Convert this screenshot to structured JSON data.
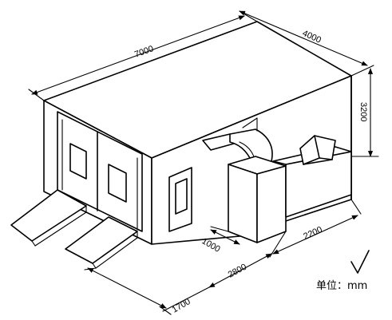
{
  "dimensions": {
    "length": "7000",
    "width": "4000",
    "height": "3200",
    "unit_depth": "1000",
    "unit_offset": "2800",
    "unit_length": "2200",
    "ramp_length": "1700"
  },
  "unit_label": "单位：mm"
}
